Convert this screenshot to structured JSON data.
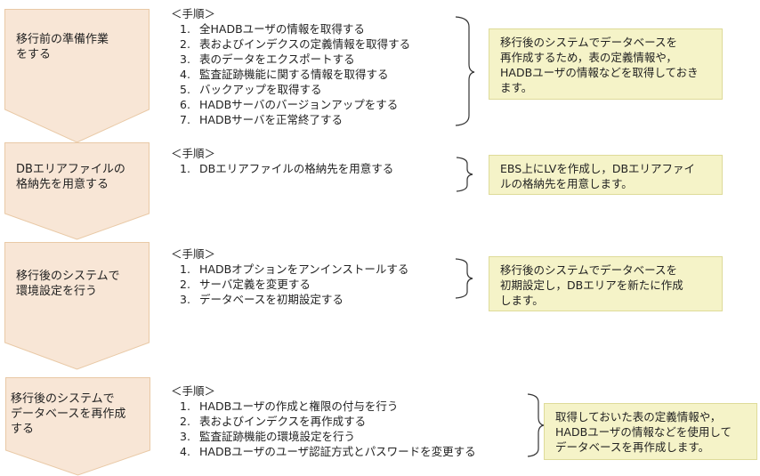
{
  "colors": {
    "arrow_fill": "#f8e6d6",
    "arrow_stroke": "#e9c9a6",
    "note_fill": "#f5f3c8",
    "note_border": "#dedb99",
    "text": "#222222"
  },
  "stages": [
    {
      "label": "移行前の準備作業\nをする",
      "steps_header": "＜手順＞",
      "steps": [
        {
          "num": "1.",
          "text": "全HADBユーザの情報を取得する"
        },
        {
          "num": "2.",
          "text": "表およびインデクスの定義情報を取得する"
        },
        {
          "num": "3.",
          "text": "表のデータをエクスポートする"
        },
        {
          "num": "4.",
          "text": "監査証跡機能に関する情報を取得する"
        },
        {
          "num": "5.",
          "text": "バックアップを取得する"
        },
        {
          "num": "6.",
          "text": "HADBサーバのバージョンアップをする"
        },
        {
          "num": "7.",
          "text": "HADBサーバを正常終了する"
        }
      ],
      "note": "移行後のシステムでデータベースを\n再作成するため，表の定義情報や，\nHADBユーザの情報などを取得しておき\nます。"
    },
    {
      "label": "DBエリアファイルの\n格納先を用意する",
      "steps_header": "＜手順＞",
      "steps": [
        {
          "num": "1.",
          "text": "DBエリアファイルの格納先を用意する"
        }
      ],
      "note": "EBS上にLVを作成し，DBエリアファイ\nルの格納先を用意します。"
    },
    {
      "label": "移行後のシステムで\n環境設定を行う",
      "steps_header": "＜手順＞",
      "steps": [
        {
          "num": "1.",
          "text": "HADBオプションをアンインストールする"
        },
        {
          "num": "2.",
          "text": "サーバ定義を変更する"
        },
        {
          "num": "3.",
          "text": "データベースを初期設定する"
        }
      ],
      "note": "移行後のシステムでデータベースを\n初期設定し，DBエリアを新たに作成\nします。"
    },
    {
      "label": "移行後のシステムで\nデータベースを再作成\nする",
      "steps_header": "＜手順＞",
      "steps": [
        {
          "num": "1.",
          "text": "HADBユーザの作成と権限の付与を行う"
        },
        {
          "num": "2.",
          "text": "表およびインデクスを再作成する"
        },
        {
          "num": "3.",
          "text": "監査証跡機能の環境設定を行う"
        },
        {
          "num": "4.",
          "text": "HADBユーザのユーザ認証方式とパスワードを変更する"
        }
      ],
      "note": "取得しておいた表の定義情報や，\nHADBユーザの情報などを使用して\nデータベースを再作成します。"
    }
  ]
}
